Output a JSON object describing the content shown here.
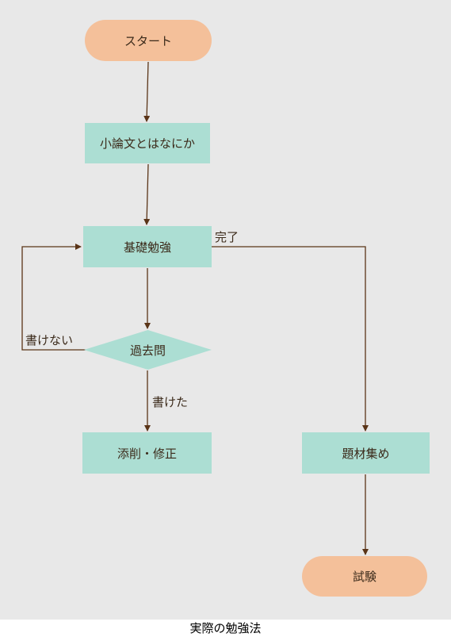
{
  "caption": "実際の勉強法",
  "colors": {
    "background": "#e8e8e8",
    "process_fill": "#acded3",
    "terminal_fill": "#f4c09a",
    "line": "#5a3417",
    "text": "#3b2a1a"
  },
  "nodes": {
    "start": "スタート",
    "what_is_essay": "小論文とはなにか",
    "basic_study": "基礎勉強",
    "past_exams": "過去問",
    "correction": "添削・修正",
    "collect_topics": "題材集め",
    "exam": "試験"
  },
  "edge_labels": {
    "done": "完了",
    "cannot_write": "書けない",
    "can_write": "書けた"
  }
}
